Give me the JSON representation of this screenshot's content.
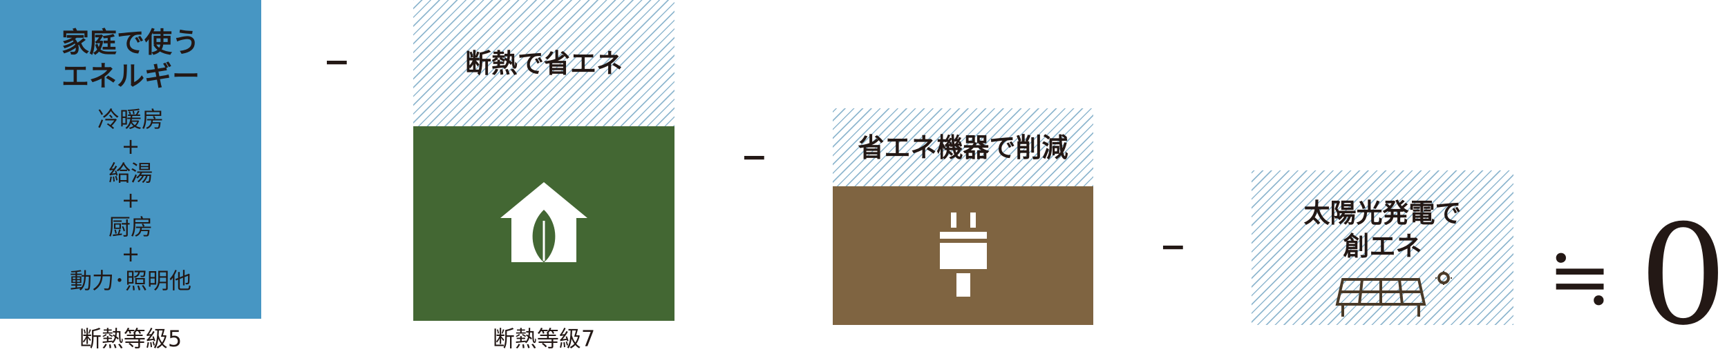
{
  "block_household": {
    "title_line1": "家庭で使う",
    "title_line2": "エネルギー",
    "items": [
      "冷暖房",
      "+",
      "給湯",
      "+",
      "厨房",
      "+",
      "動力･照明他"
    ],
    "caption": "断熱等級5",
    "color": "#4796c3"
  },
  "operator_minus": "−",
  "block_insulation": {
    "title": "断熱で省エネ",
    "caption": "断熱等級7",
    "icon": "house-leaf-icon",
    "color": "#436733"
  },
  "block_appliances": {
    "title": "省エネ機器で削減",
    "icon": "plug-icon",
    "color": "#7f6441"
  },
  "block_solar": {
    "title_line1": "太陽光発電で",
    "title_line2": "創エネ",
    "icon": "solar-panel-icon"
  },
  "result": {
    "symbol": "≒",
    "value": "0"
  }
}
